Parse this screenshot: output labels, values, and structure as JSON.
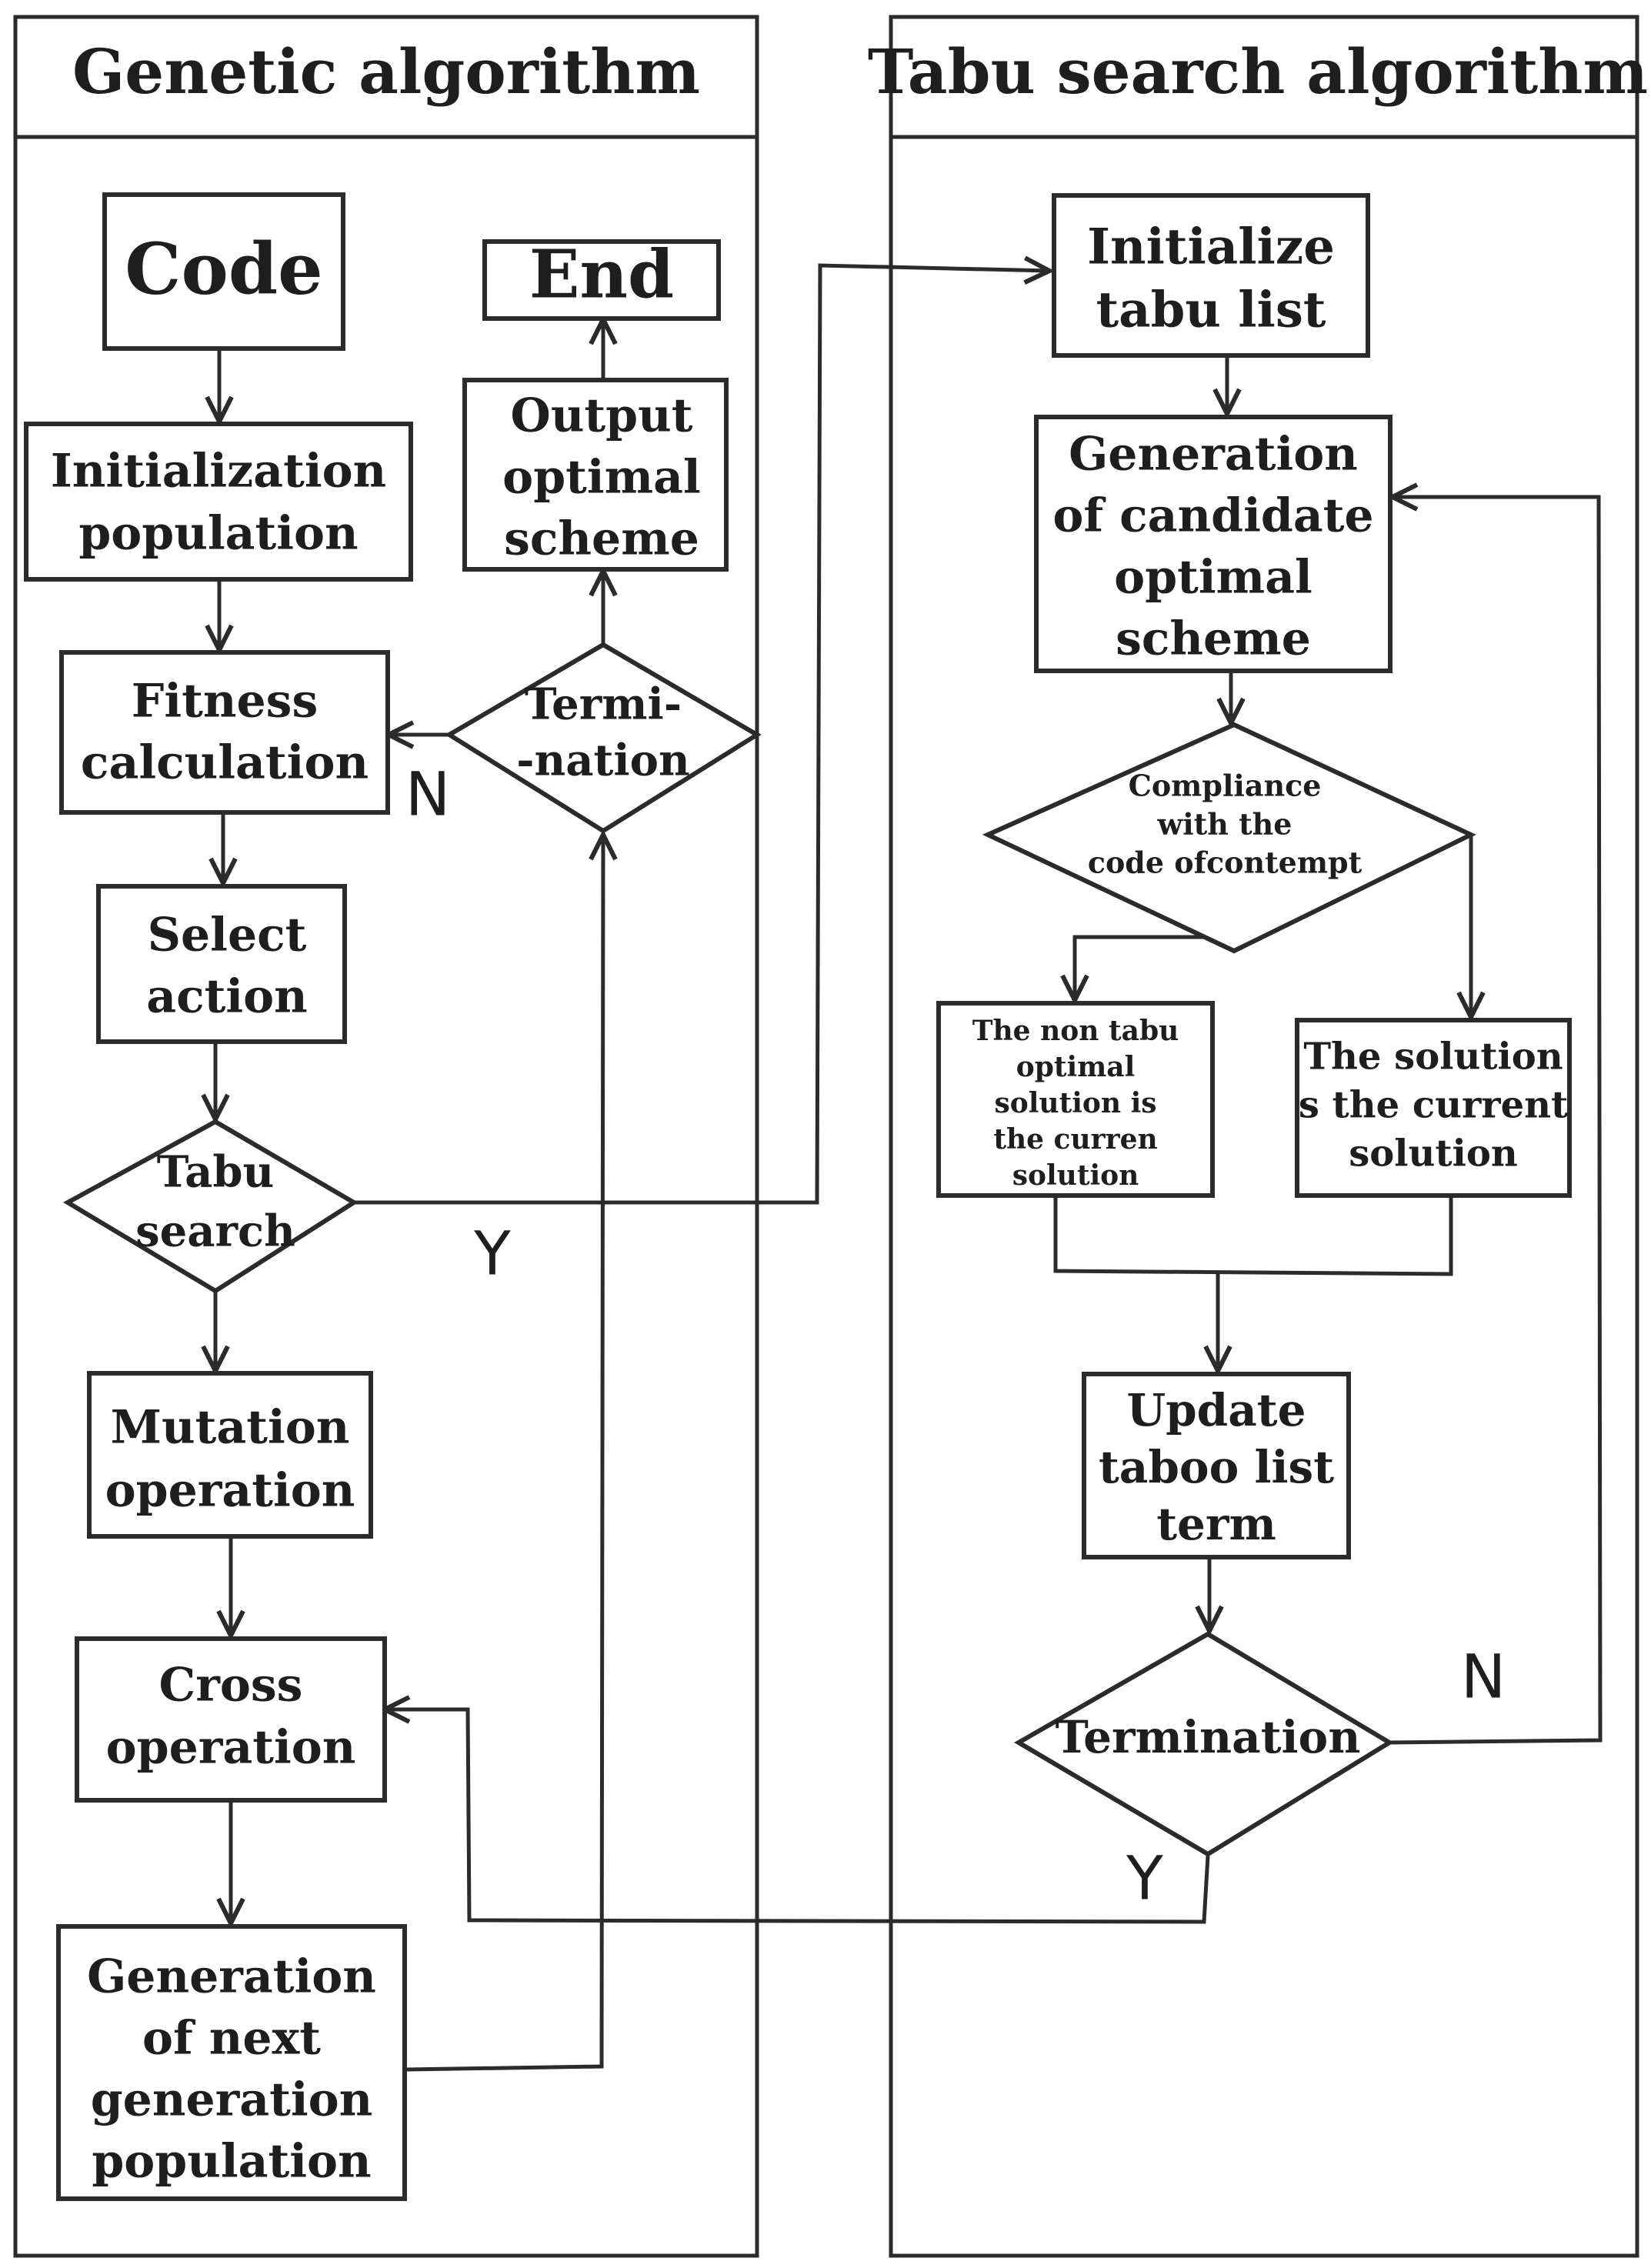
{
  "colors": {
    "stroke": "#2b2b2b",
    "text": "#1e1e1e",
    "background": "#ffffff"
  },
  "ga": {
    "title": "Genetic  algorithm",
    "code": "Code",
    "end": "End",
    "output": [
      "Output",
      "optimal",
      "scheme"
    ],
    "init_pop": [
      "Initialization",
      "population"
    ],
    "fitness": [
      "Fitness",
      "calculation"
    ],
    "termination": [
      "Termi-",
      "-nation"
    ],
    "n_label": "N",
    "select": [
      "Select",
      "action"
    ],
    "tabu_decision": [
      "Tabu",
      "search"
    ],
    "y_label": "Y",
    "mutation": [
      "Mutation",
      "operation"
    ],
    "cross": [
      "Cross",
      "operation"
    ],
    "next_gen": [
      "Generation",
      "of next",
      "generation",
      "population"
    ]
  },
  "ts": {
    "title": "Tabu search algorithm",
    "init_tabu": [
      "Initialize",
      "tabu list"
    ],
    "gen_candidate": [
      "Generation",
      "of  candidate",
      "optimal",
      "scheme"
    ],
    "compliance": [
      "Compliance",
      "with the",
      "code ofcontempt"
    ],
    "non_tabu": [
      "The non tabu",
      "optimal",
      "solution is",
      "the curren",
      "solution"
    ],
    "solution_current": [
      "The solution",
      "s the current",
      "solution"
    ],
    "update": [
      "Update",
      "taboo list",
      "term"
    ],
    "termination": "Termination",
    "n_label": "N",
    "y_label": "Y"
  }
}
